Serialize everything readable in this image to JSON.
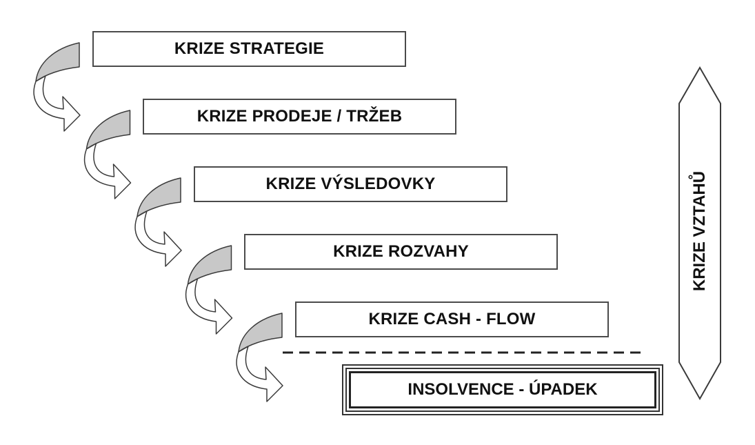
{
  "stages": [
    {
      "label": "KRIZE STRATEGIE"
    },
    {
      "label": "KRIZE PRODEJE / TRŽEB"
    },
    {
      "label": "KRIZE VÝSLEDOVKY"
    },
    {
      "label": "KRIZE ROZVAHY"
    },
    {
      "label": "KRIZE CASH - FLOW"
    }
  ],
  "final_stage": {
    "label": "INSOLVENCE - ÚPADEK"
  },
  "side_arrow": {
    "label": "KRIZE VZTAHŮ"
  },
  "colors": {
    "arrow_fill": "#c8c8c8",
    "stroke": "#3a3a3a",
    "text": "#111111"
  }
}
